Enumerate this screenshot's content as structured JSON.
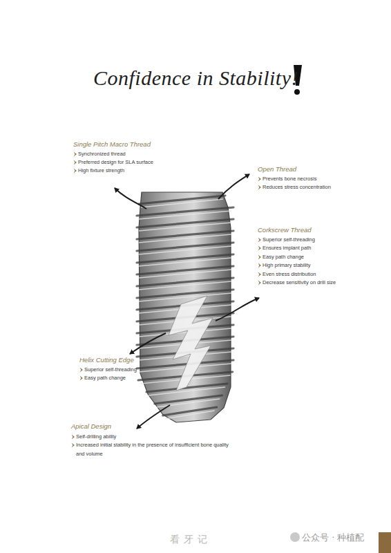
{
  "diagram": {
    "title": "Confidence in Stability!",
    "labels": [
      "Single Pitch Macro Thread",
      "Synchronized thread",
      "Preferred design for SLA surface",
      "High fixture strength",
      "Open Thread",
      "Prevents bone necrosis",
      "Reduces stress concentration",
      "Corkscrew Thread",
      "Superior self-threading",
      "Ensures implant path",
      "Easy path change",
      "High primary stability",
      "Even stress distribution",
      "Decrease sensitivity on drill size",
      "Helix Cutting Edge",
      "Superior self-threading",
      "Easy path change",
      "Apical Design",
      "Self-drilling ability",
      "Increased initial stability in the presence of insufficient bone quality and volume",
      "看牙记",
      "公众号 · 种植配"
    ]
  }
}
